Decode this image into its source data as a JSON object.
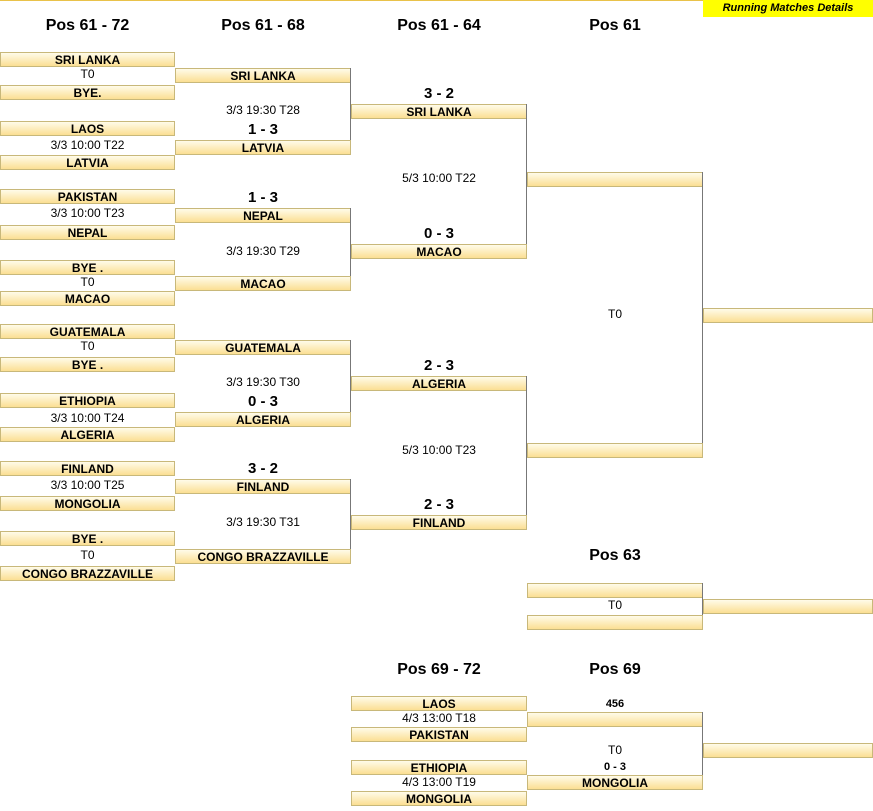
{
  "banner": {
    "running_matches": "Running Matches Details"
  },
  "headers": {
    "c1": "Pos 61 - 72",
    "c2": "Pos 61 - 68",
    "c3": "Pos 61 - 64",
    "c4": "Pos 61",
    "pos63": "Pos 63",
    "c69_72": "Pos 69 - 72",
    "pos69": "Pos 69"
  },
  "round1": [
    {
      "top": "SRI LANKA",
      "info": "T0",
      "bottom": "BYE."
    },
    {
      "top": "LAOS",
      "info": "3/3 10:00  T22",
      "bottom": "LATVIA"
    },
    {
      "top": "PAKISTAN",
      "info": "3/3 10:00  T23",
      "bottom": "NEPAL"
    },
    {
      "top": "BYE .",
      "info": "T0",
      "bottom": "MACAO"
    },
    {
      "top": "GUATEMALA",
      "info": "T0",
      "bottom": "BYE ."
    },
    {
      "top": "ETHIOPIA",
      "info": "3/3 10:00  T24",
      "bottom": "ALGERIA"
    },
    {
      "top": "FINLAND",
      "info": "3/3 10:00  T25",
      "bottom": "MONGOLIA"
    },
    {
      "top": "BYE .",
      "info": "T0",
      "bottom": "CONGO BRAZZAVILLE"
    }
  ],
  "round2": [
    {
      "top": "SRI LANKA",
      "top_score": "",
      "info": "3/3 19:30  T28",
      "bottom_score": "1 - 3",
      "bottom": "LATVIA"
    },
    {
      "top_score": "1 - 3",
      "top": "NEPAL",
      "info": "3/3 19:30  T29",
      "bottom_score": "",
      "bottom": "MACAO"
    },
    {
      "top": "GUATEMALA",
      "top_score": "",
      "info": "3/3 19:30  T30",
      "bottom_score": "0 - 3",
      "bottom": "ALGERIA"
    },
    {
      "top_score": "3 - 2",
      "top": "FINLAND",
      "info": "3/3 19:30  T31",
      "bottom_score": "",
      "bottom": "CONGO BRAZZAVILLE"
    }
  ],
  "round3": [
    {
      "top_score": "3 - 2",
      "top": "SRI LANKA",
      "info": "5/3 10:00  T22",
      "bottom_score": "0 - 3",
      "bottom": "MACAO"
    },
    {
      "top_score": "2 - 3",
      "top": "ALGERIA",
      "info": "5/3 10:00  T23",
      "bottom_score": "2 - 3",
      "bottom": "FINLAND"
    }
  ],
  "final": {
    "info": "T0"
  },
  "pos63": {
    "info": "T0"
  },
  "lower": {
    "m1": {
      "top": "LAOS",
      "info": "4/3 13:00 T18",
      "bottom": "PAKISTAN"
    },
    "m2": {
      "top": "ETHIOPIA",
      "info": "4/3 13:00 T19",
      "bottom": "MONGOLIA"
    },
    "pos69": {
      "top_score": "456",
      "info": "T0",
      "bottom_score": "0 - 3",
      "bottom": "MONGOLIA"
    }
  }
}
